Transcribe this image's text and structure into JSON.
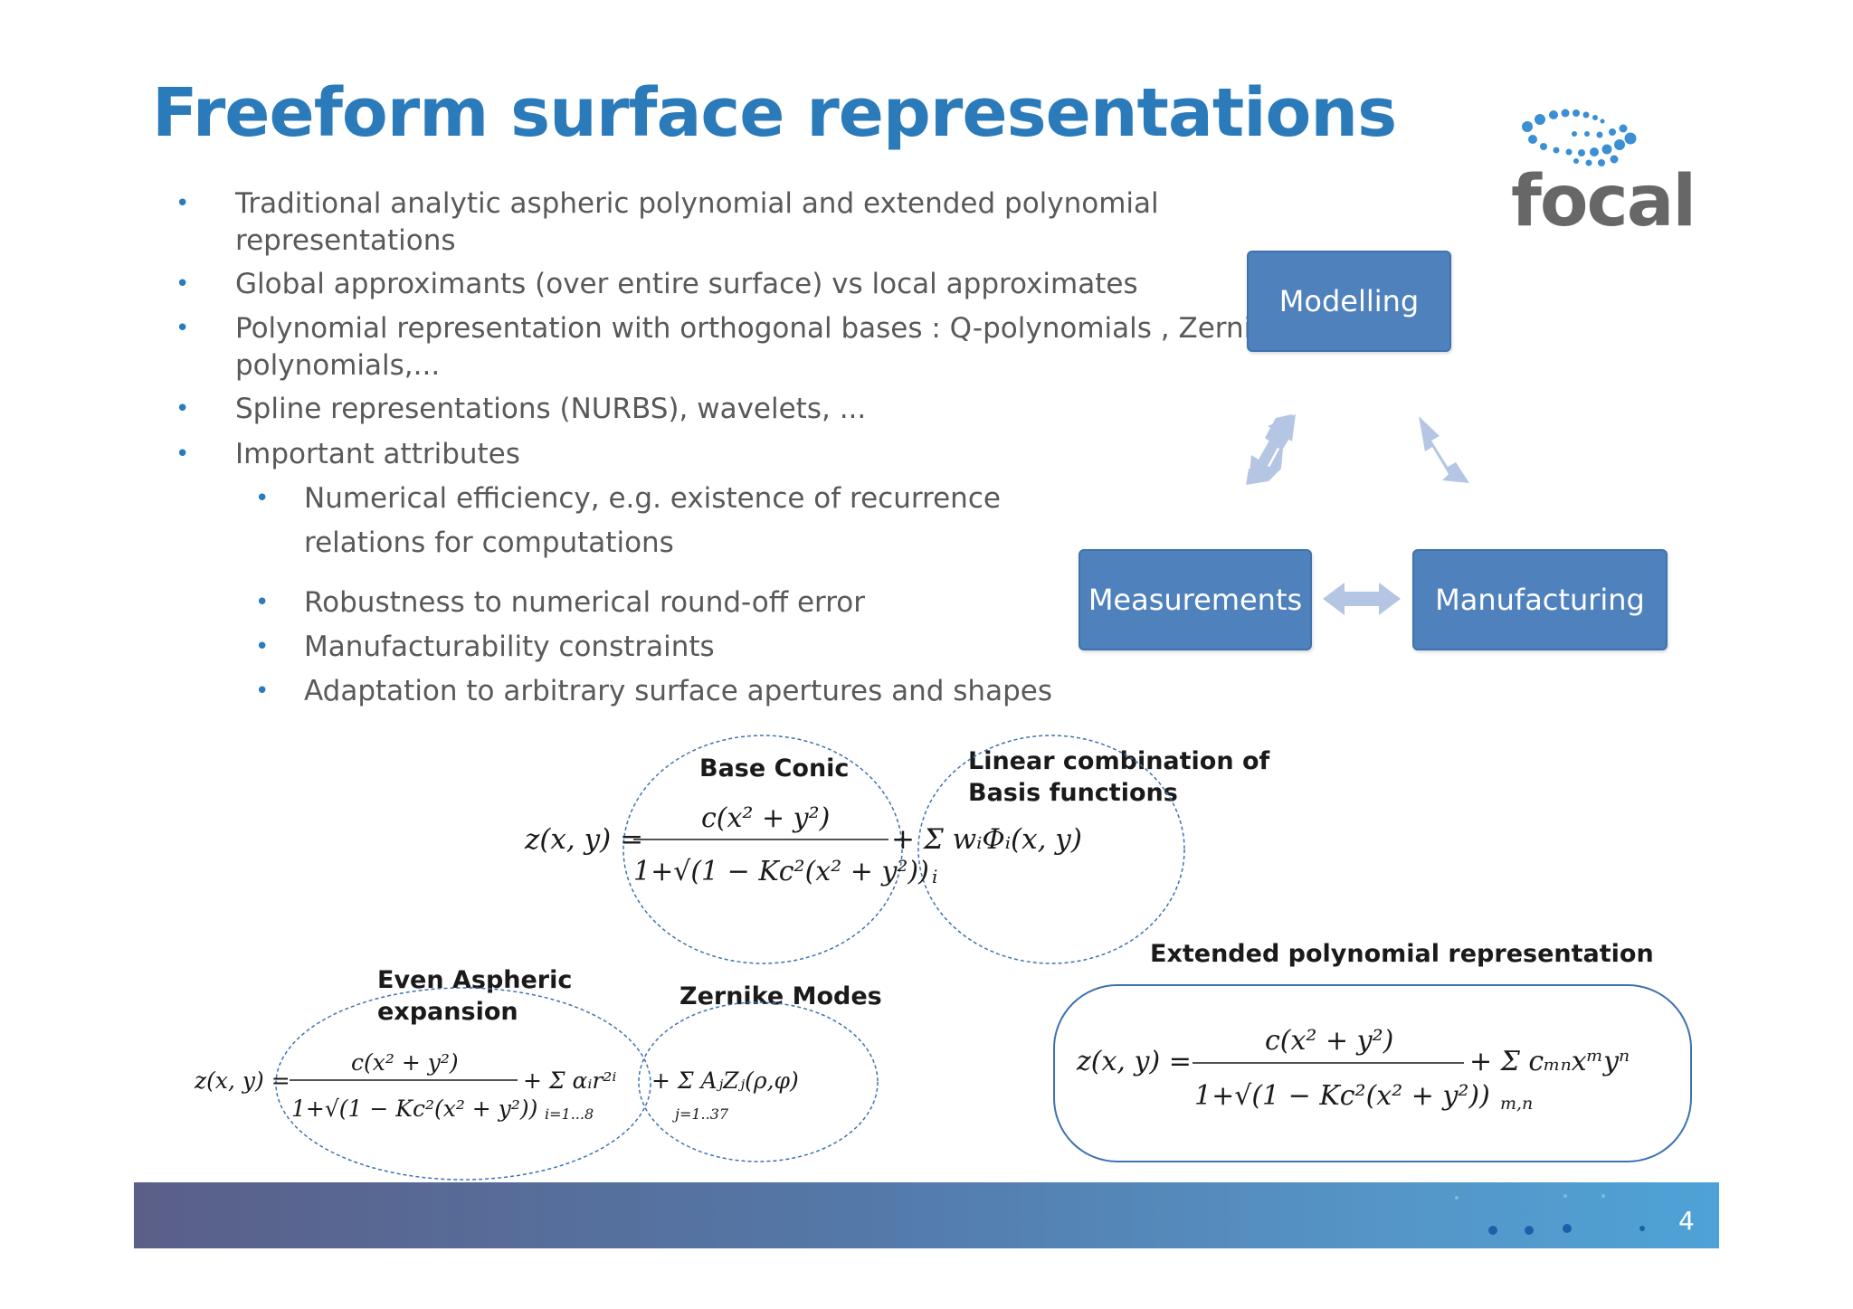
{
  "title": "Freeform surface representations",
  "bullets": [
    {
      "lines": [
        "Traditional analytic aspheric polynomial  and extended polynomial",
        "representations"
      ]
    },
    {
      "lines": [
        "Global approximants (over entire surface) vs local approximates"
      ]
    },
    {
      "lines": [
        "Polynomial representation with orthogonal bases  : Q-polynomials , Zernike",
        "polynomials,..."
      ]
    },
    {
      "lines": [
        "Spline representations (NURBS), wavelets, ..."
      ]
    },
    {
      "lines": [
        "Important attributes"
      ]
    }
  ],
  "sub_bullets": [
    {
      "lines": [
        "Numerical efficiency, e.g.  existence of recurrence",
        "relations for computations"
      ]
    },
    {
      "lines": [
        "Robustness to numerical round-off error"
      ]
    },
    {
      "lines": [
        "Manufacturability constraints"
      ]
    },
    {
      "lines": [
        " Adaptation to arbitrary surface apertures and shapes"
      ]
    }
  ],
  "bullet_symbol": "•",
  "logo": {
    "text": "focal"
  },
  "diagram": {
    "top": "Modelling",
    "left": "Measurements",
    "right": "Manufacturing"
  },
  "labels": {
    "base_conic": "Base Conic",
    "linear_combination": [
      "Linear combination of",
      "Basis functions"
    ],
    "even_aspheric": [
      "Even Aspheric",
      "expansion"
    ],
    "zernike": "Zernike Modes",
    "extended": "Extended polynomial representation"
  },
  "equations": {
    "lhs": "z(x, y) =",
    "lhs_ext": "z(x, y) =",
    "conic_num": "c(x² + y²)",
    "conic_den": "1+√(1 − Kc²(x² + y²))",
    "basis_sum": "+ Σ wᵢΦᵢ(x, y)",
    "basis_index": "i",
    "aspheric_sum": "+ Σ αᵢr²ⁱ",
    "aspheric_index": "i=1...8",
    "zernike_sum": "+ Σ AⱼZⱼ(ρ,φ)",
    "zernike_index": "j=1..37",
    "ext_sum": "+ Σ cₘₙxᵐyⁿ",
    "ext_index": "m,n"
  },
  "page_number": "4",
  "colors": {
    "title": "#2b7ab9",
    "box": "#4f81bd",
    "arrow": "#b4c6e3"
  }
}
